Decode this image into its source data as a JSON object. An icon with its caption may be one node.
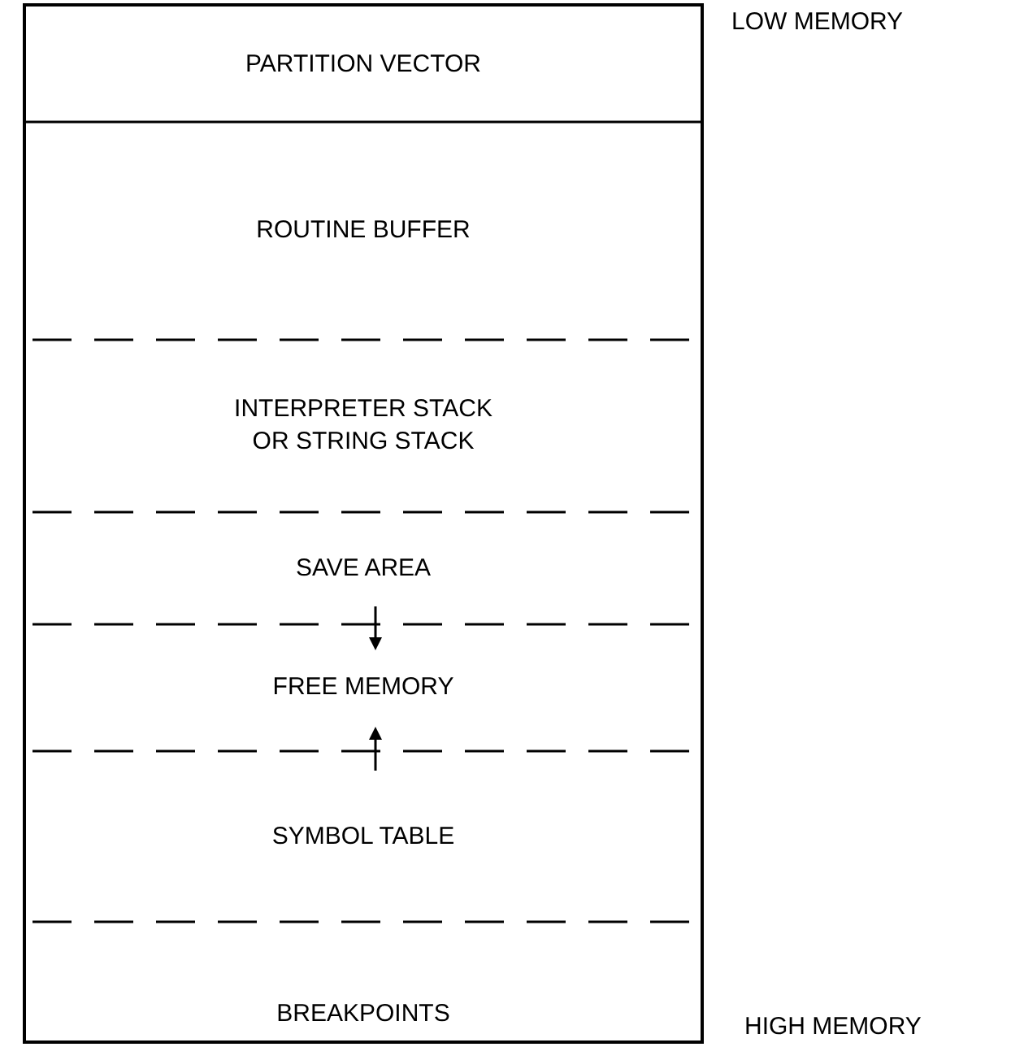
{
  "diagram": {
    "nodes": [
      {
        "text": [
          "PARTITION VECTOR"
        ]
      },
      {
        "text": [
          "ROUTINE BUFFER"
        ]
      },
      {
        "text": [
          "INTERPRETER STACK OR STRING STACK"
        ]
      },
      {
        "text": [
          "SAVE AREA"
        ]
      },
      {
        "text": [
          "FREE MEMORY"
        ]
      },
      {
        "text": [
          "SYMBOL TABLE"
        ]
      },
      {
        "text": [
          "BREAKPOINTS"
        ]
      }
    ],
    "labels": [
      "LOW MEMORY",
      "HIGH MEMORY"
    ]
  }
}
